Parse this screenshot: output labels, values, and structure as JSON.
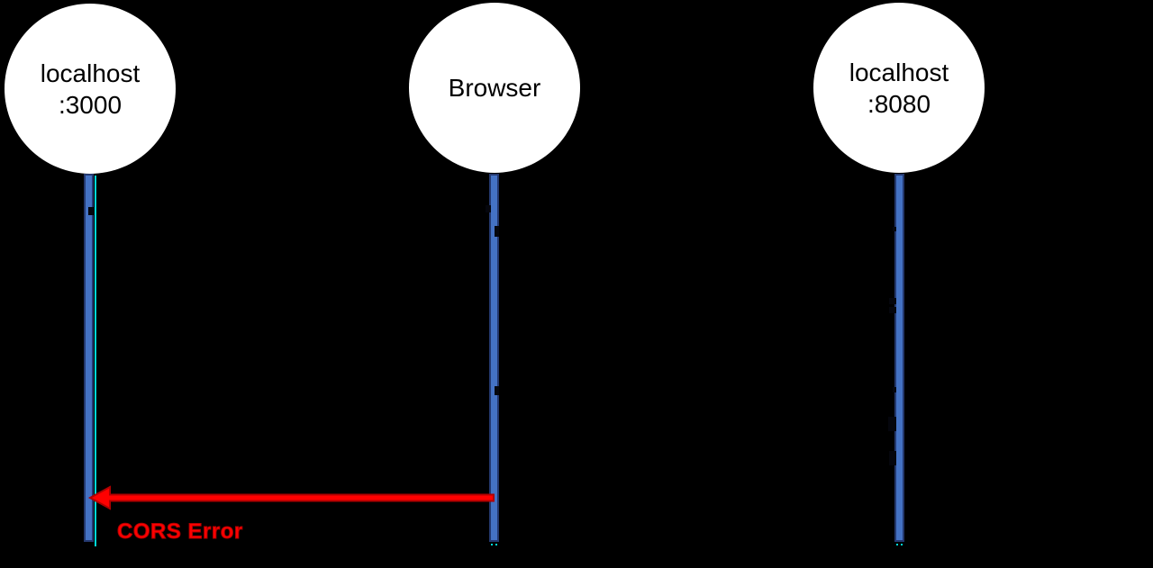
{
  "diagram": {
    "type": "sequence-diagram",
    "actors": [
      {
        "id": "localhost-3000",
        "label_lines": [
          "localhost",
          ":3000"
        ]
      },
      {
        "id": "browser",
        "label_lines": [
          "Browser"
        ]
      },
      {
        "id": "localhost-8080",
        "label_lines": [
          "localhost",
          ":8080"
        ]
      }
    ],
    "message": {
      "label": "CORS Error",
      "from": "browser",
      "to": "localhost-3000"
    },
    "colors": {
      "background": "#000000",
      "actor_fill": "#FFFFFF",
      "actor_text": "#000000",
      "lifeline_fill": "#4472C4",
      "lifeline_border": "#24386E",
      "accent_cyan": "#00D8D8",
      "arrow_red": "#FF0000",
      "arrow_outline": "#B00000"
    }
  }
}
